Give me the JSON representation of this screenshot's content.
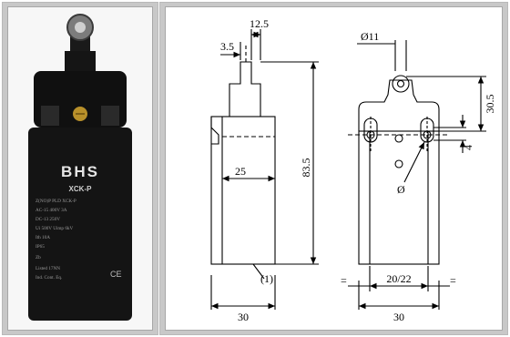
{
  "photo": {
    "brand": "BHS",
    "model": "XCK-P",
    "spec_lines": [
      "Z(NO)P PLD XCK-P",
      "AC-15 400V   3A",
      "DC-13 250V",
      "Ui 500V  Uimp 6kV",
      "Ith 10A",
      "IP65",
      "Zb",
      "Listed 17NN",
      "Ind. Cont. Eq."
    ],
    "ce_mark": "CE"
  },
  "dimensions": {
    "front": {
      "d1": "3.5",
      "d2": "12.5",
      "d3": "25",
      "height": "83.5",
      "note": "(1)",
      "width": "30"
    },
    "side": {
      "dia": "Ø11",
      "h": "30.5",
      "hole_dia": "Ø",
      "v4": "4",
      "eq_left": "=",
      "spacing": "20/22",
      "eq_right": "=",
      "width": "30"
    }
  }
}
